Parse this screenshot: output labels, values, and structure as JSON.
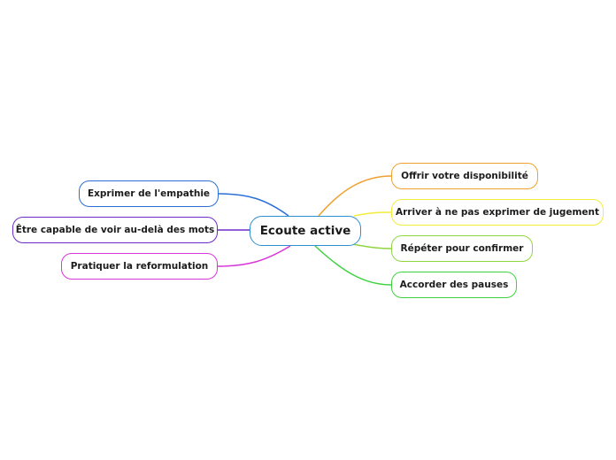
{
  "mindmap": {
    "central": {
      "label": "Ecoute active",
      "color": "#2f8fd0"
    },
    "branches": [
      {
        "id": "offrir",
        "label": "Offrir votre disponibilité",
        "color": "#f0a030",
        "side": "right"
      },
      {
        "id": "arriver",
        "label": "Arriver à ne pas exprimer de jugement",
        "color": "#f2ec3a",
        "side": "right"
      },
      {
        "id": "repeter",
        "label": "Répéter pour confirmer",
        "color": "#8fd640",
        "side": "right"
      },
      {
        "id": "accorder",
        "label": "Accorder des pauses",
        "color": "#3fd23f",
        "side": "right"
      },
      {
        "id": "empathie",
        "label": "Exprimer de l'empathie",
        "color": "#2a6fd8",
        "side": "left"
      },
      {
        "id": "voir",
        "label": "Être capable de voir au-delà des mots",
        "color": "#6a2bc8",
        "side": "left"
      },
      {
        "id": "reformulation",
        "label": "Pratiquer la reformulation",
        "color": "#d836d8",
        "side": "left"
      }
    ]
  }
}
